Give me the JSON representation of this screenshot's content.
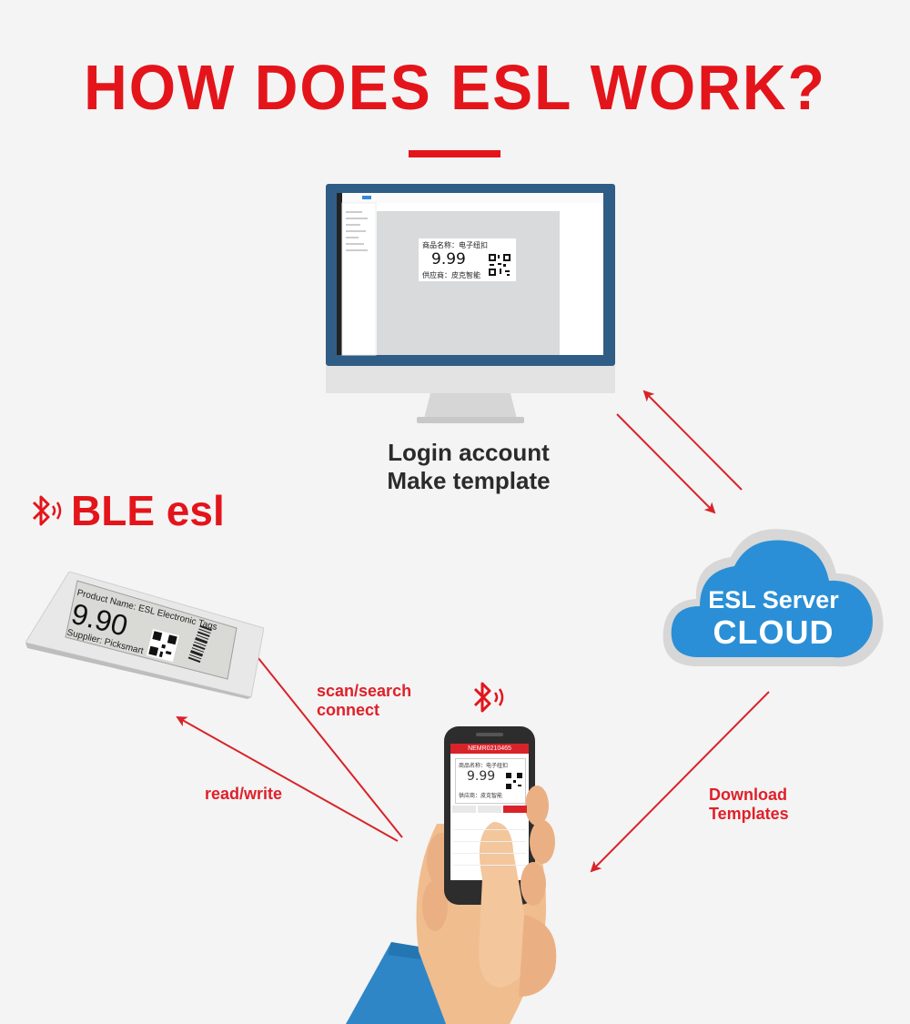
{
  "title": "HOW DOES ESL WORK?",
  "monitor": {
    "caption_line1": "Login account",
    "caption_line2": "Make template",
    "label": {
      "product_name": "商品名称：电子纽扣",
      "price": "9.99",
      "supplier": "供应商：皮克智能"
    }
  },
  "ble": {
    "title": "BLE esl",
    "icon": "bluetooth-icon"
  },
  "esl_tag": {
    "product_name": "Product Name: ESL Electronic Tags",
    "price": "9.90",
    "supplier": "Supplier: Picksmart"
  },
  "cloud": {
    "line1": "ESL Server",
    "line2": "CLOUD",
    "color": "#2a8fd6"
  },
  "phone": {
    "header": "NEMR0210465",
    "label": {
      "product_name": "商品名称：电子纽扣",
      "price": "9.99",
      "supplier": "供应商：皮克智能"
    }
  },
  "arrows": {
    "scan_line1": "scan/search",
    "scan_line2": "connect",
    "read_write": "read/write",
    "download_line1": "Download",
    "download_line2": "Templates"
  },
  "colors": {
    "accent_red": "#e4141b",
    "arrow_red": "#d8232a",
    "monitor_frame": "#2f5d86"
  }
}
